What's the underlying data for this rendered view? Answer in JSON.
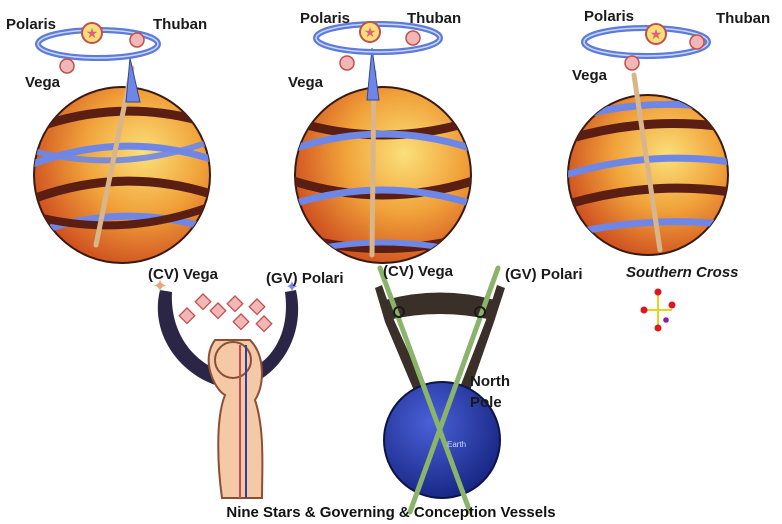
{
  "panels": [
    {
      "star_top_left": "Polaris",
      "star_top_right": "Thuban",
      "star_side": "Vega"
    },
    {
      "star_top_left": "Polaris",
      "star_top_right": "Thuban",
      "star_side": "Vega"
    },
    {
      "star_top_left": "Polaris",
      "star_top_right": "Thuban",
      "star_side": "Vega"
    }
  ],
  "figure_left": {
    "left_label": "(CV) Vega",
    "right_label": "(GV) Polari"
  },
  "figure_right": {
    "left_label": "(CV) Vega",
    "right_label": "(GV) Polari",
    "pole_label_1": "North",
    "pole_label_2": "Pole",
    "earth_label": "Earth"
  },
  "southern_cross": {
    "label": "Southern Cross"
  },
  "caption": "Nine Stars & Governing & Conception Vessels",
  "colors": {
    "sphere_light": "#f7c64a",
    "sphere_dark": "#d4431a",
    "band_dark": "#5a1e12",
    "band_blue": "#6e87e6",
    "axis": "#d9b58a",
    "ring": "#5d7bd8",
    "star_fill": "#f1b6b6",
    "star_stroke": "#c0504d",
    "body_fill": "#f5c9a6",
    "figure_dark": "#2b2546",
    "earth_blue": "#2f3fa6",
    "crossbar": "#3b2f2a",
    "green_axis": "#8ab46a"
  }
}
